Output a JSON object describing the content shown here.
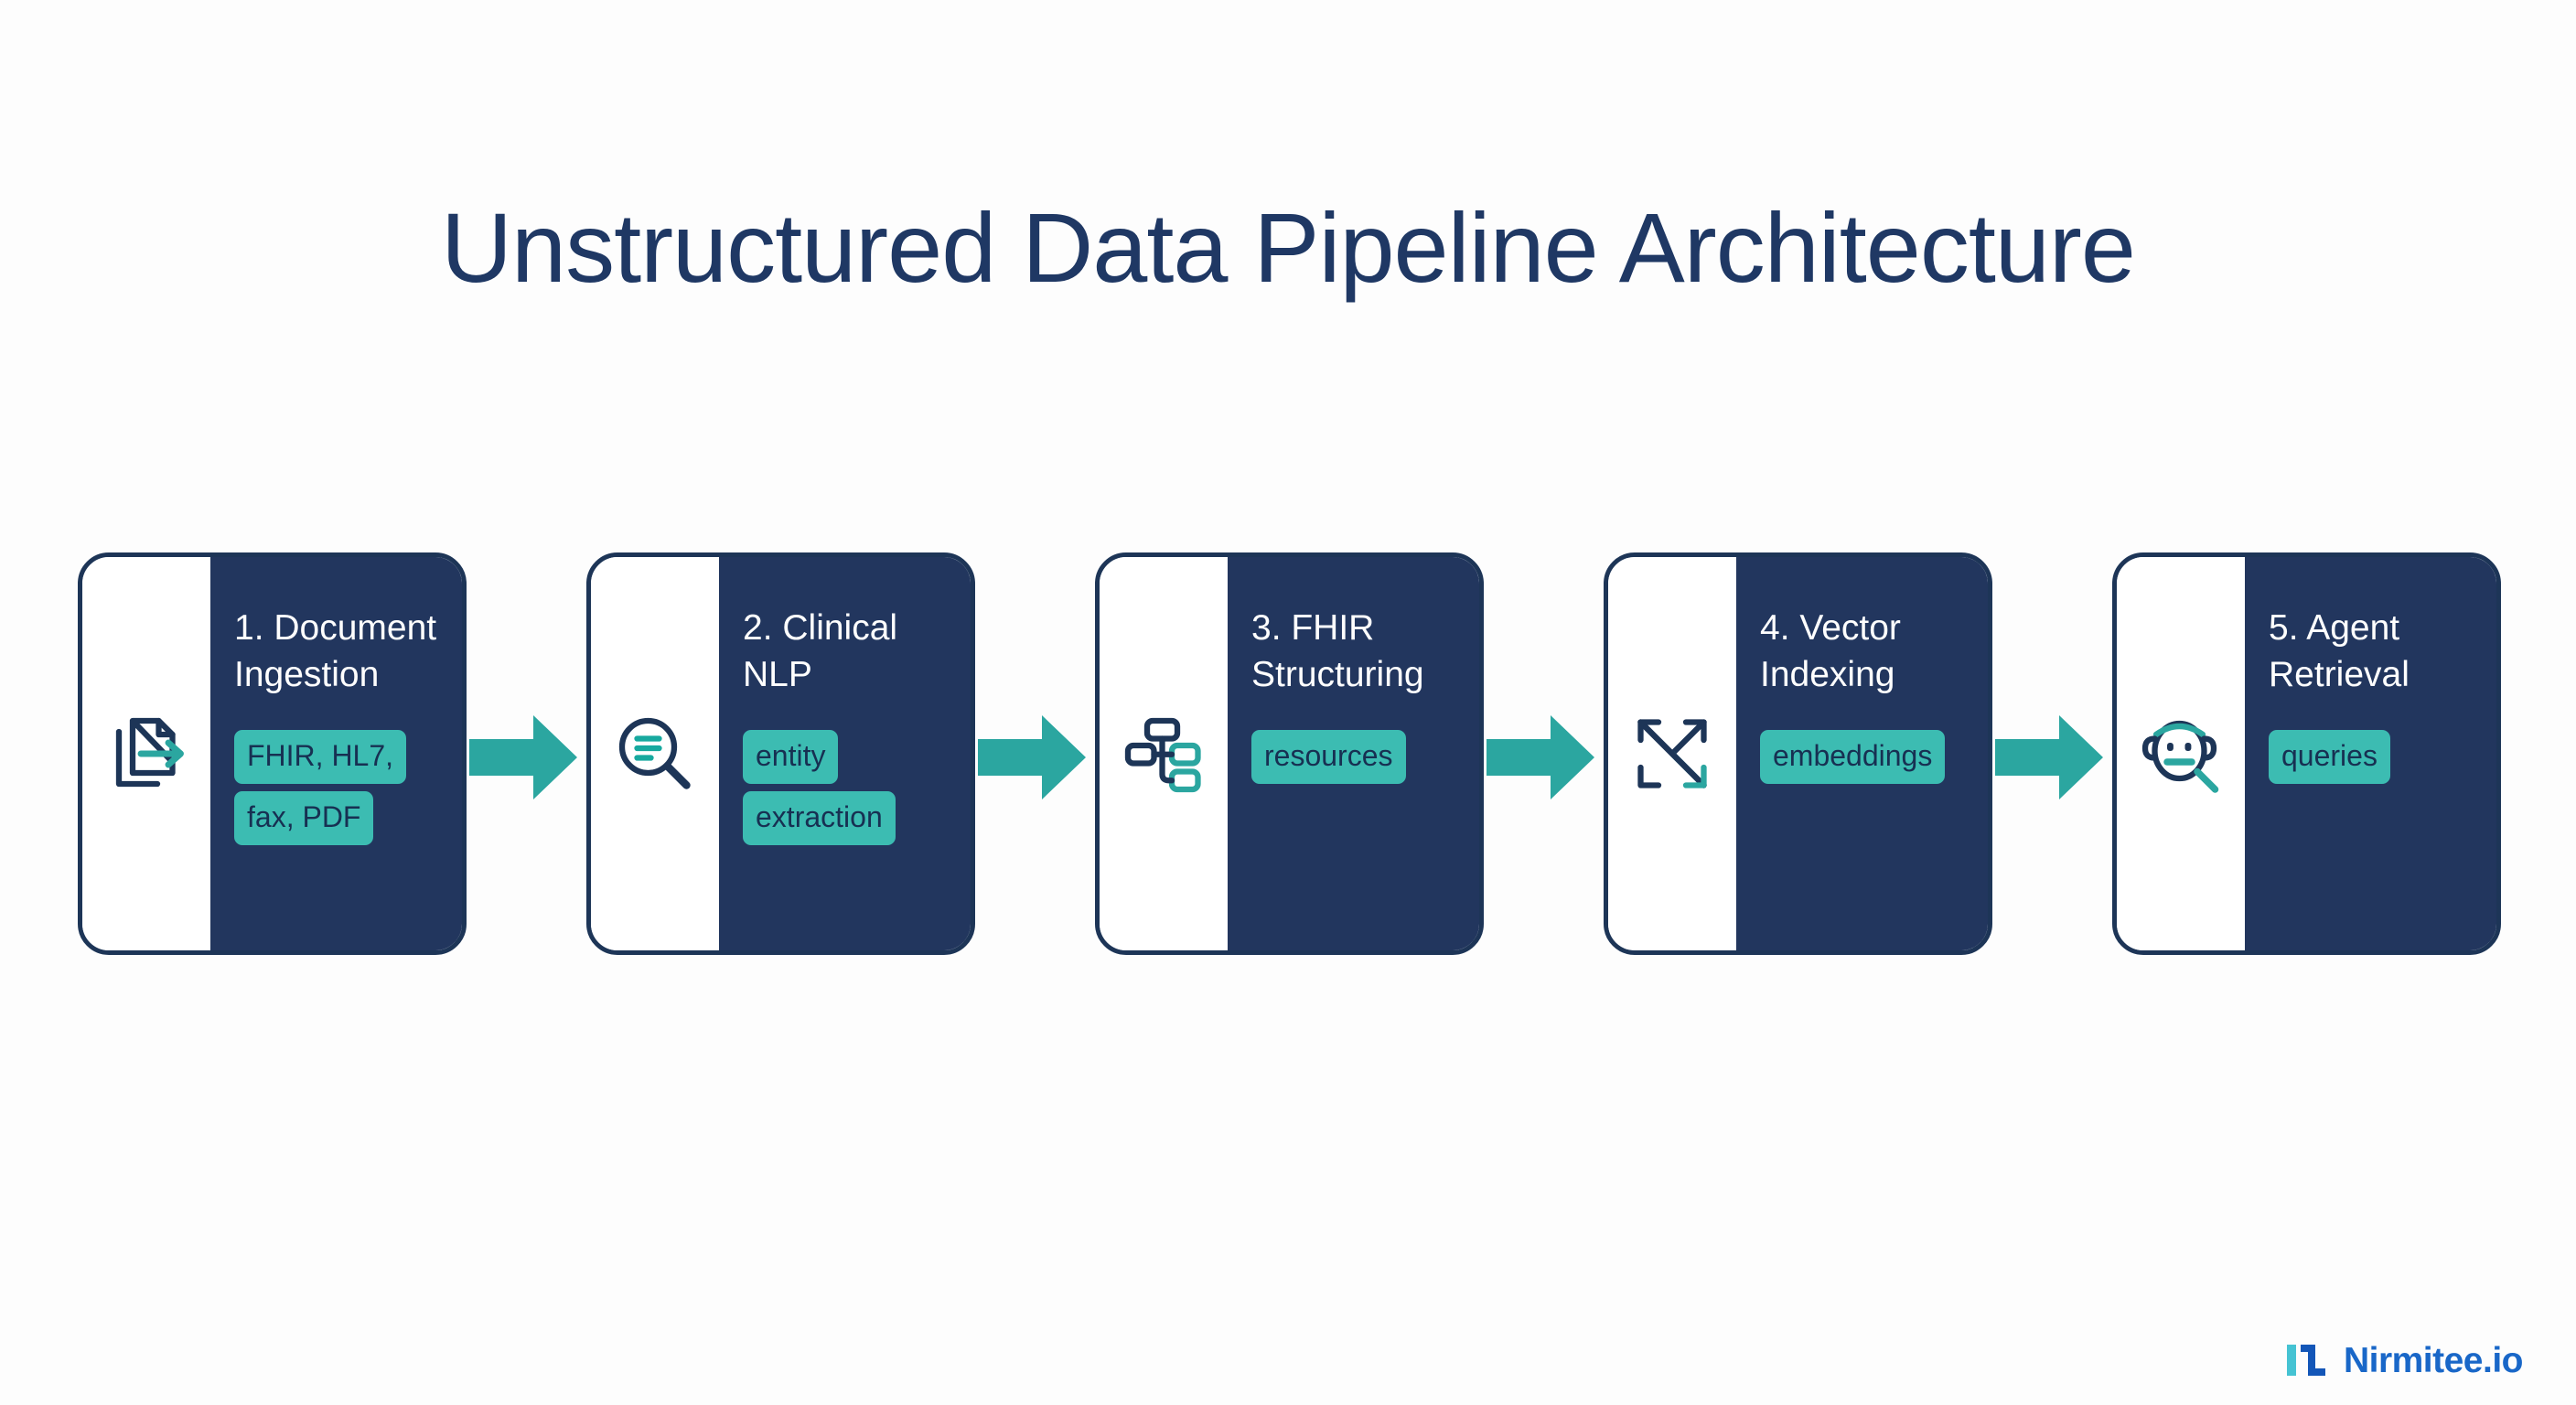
{
  "page": {
    "title": "Unstructured Data Pipeline Architecture",
    "background_color": "#fdfdfd",
    "title_color": "#1f3864"
  },
  "colors": {
    "navy": "#22365e",
    "navy_border": "#1d3557",
    "teal": "#2ba6a0",
    "tag_teal": "#3cbcb2",
    "tag_text": "#173052",
    "logo_blue": "#1967c8",
    "logo_teal": "#45c3d3"
  },
  "flow": {
    "steps": [
      {
        "title": "1. Document Ingestion",
        "icon": "document-export-icon",
        "tags": [
          "FHIR, HL7,",
          "fax, PDF"
        ]
      },
      {
        "title": "2. Clinical NLP",
        "icon": "magnifier-text-icon",
        "tags": [
          "entity",
          "extraction"
        ]
      },
      {
        "title": "3. FHIR Structuring",
        "icon": "sitemap-icon",
        "tags": [
          "resources"
        ]
      },
      {
        "title": "4. Vector Indexing",
        "icon": "expand-arrows-icon",
        "tags": [
          "embeddings"
        ]
      },
      {
        "title": "5. Agent Retrieval",
        "icon": "robot-search-icon",
        "tags": [
          "queries"
        ]
      }
    ],
    "connectors": [
      {
        "name": "arrow-right-icon"
      },
      {
        "name": "arrow-right-icon"
      },
      {
        "name": "arrow-right-icon"
      },
      {
        "name": "arrow-right-icon"
      }
    ]
  },
  "footer": {
    "logo_mark": "nirmitee-logo-mark",
    "logo_text": "Nirmitee.io"
  }
}
